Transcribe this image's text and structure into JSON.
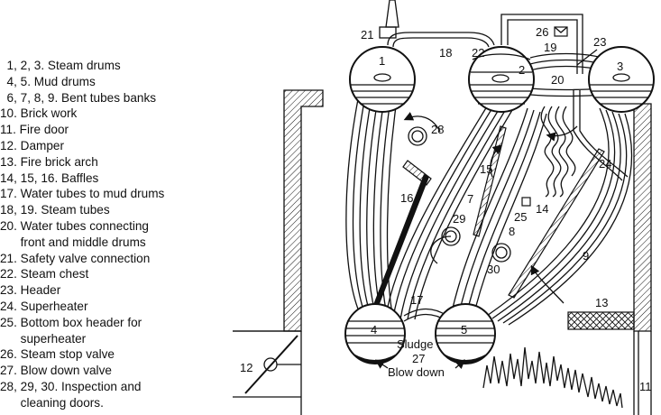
{
  "legend": [
    "  1, 2, 3. Steam drums",
    "  4, 5. Mud drums",
    "  6, 7, 8, 9. Bent tubes banks",
    "10. Brick work",
    "11. Fire door",
    "12. Damper",
    "13. Fire brick arch",
    "14, 15, 16. Baffles",
    "17. Water tubes to mud drums",
    "18, 19. Steam tubes",
    "20. Water tubes connecting",
    "      front and middle drums",
    "21. Safety valve connection",
    "22. Steam chest",
    "23. Header",
    "24. Superheater",
    "25. Bottom box header for",
    "      superheater",
    "26. Steam stop valve",
    "27. Blow down valve",
    "28, 29, 30. Inspection and",
    "      cleaning doors."
  ],
  "labels": {
    "n1": "1",
    "n2": "2",
    "n3": "3",
    "n4": "4",
    "n5": "5",
    "n7": "7",
    "n8": "8",
    "n9": "9",
    "n11": "11",
    "n12": "12",
    "n13": "13",
    "n14": "14",
    "n15": "15",
    "n16": "16",
    "n17": "17",
    "n18": "18",
    "n19": "19",
    "n20": "20",
    "n21": "21",
    "n22": "22",
    "n23": "23",
    "n24": "24",
    "n25": "25",
    "n26": "26",
    "n27": "27",
    "n28": "28",
    "n29": "29",
    "n30": "30",
    "sludge": "Sludge",
    "blowdown": "Blow down"
  }
}
